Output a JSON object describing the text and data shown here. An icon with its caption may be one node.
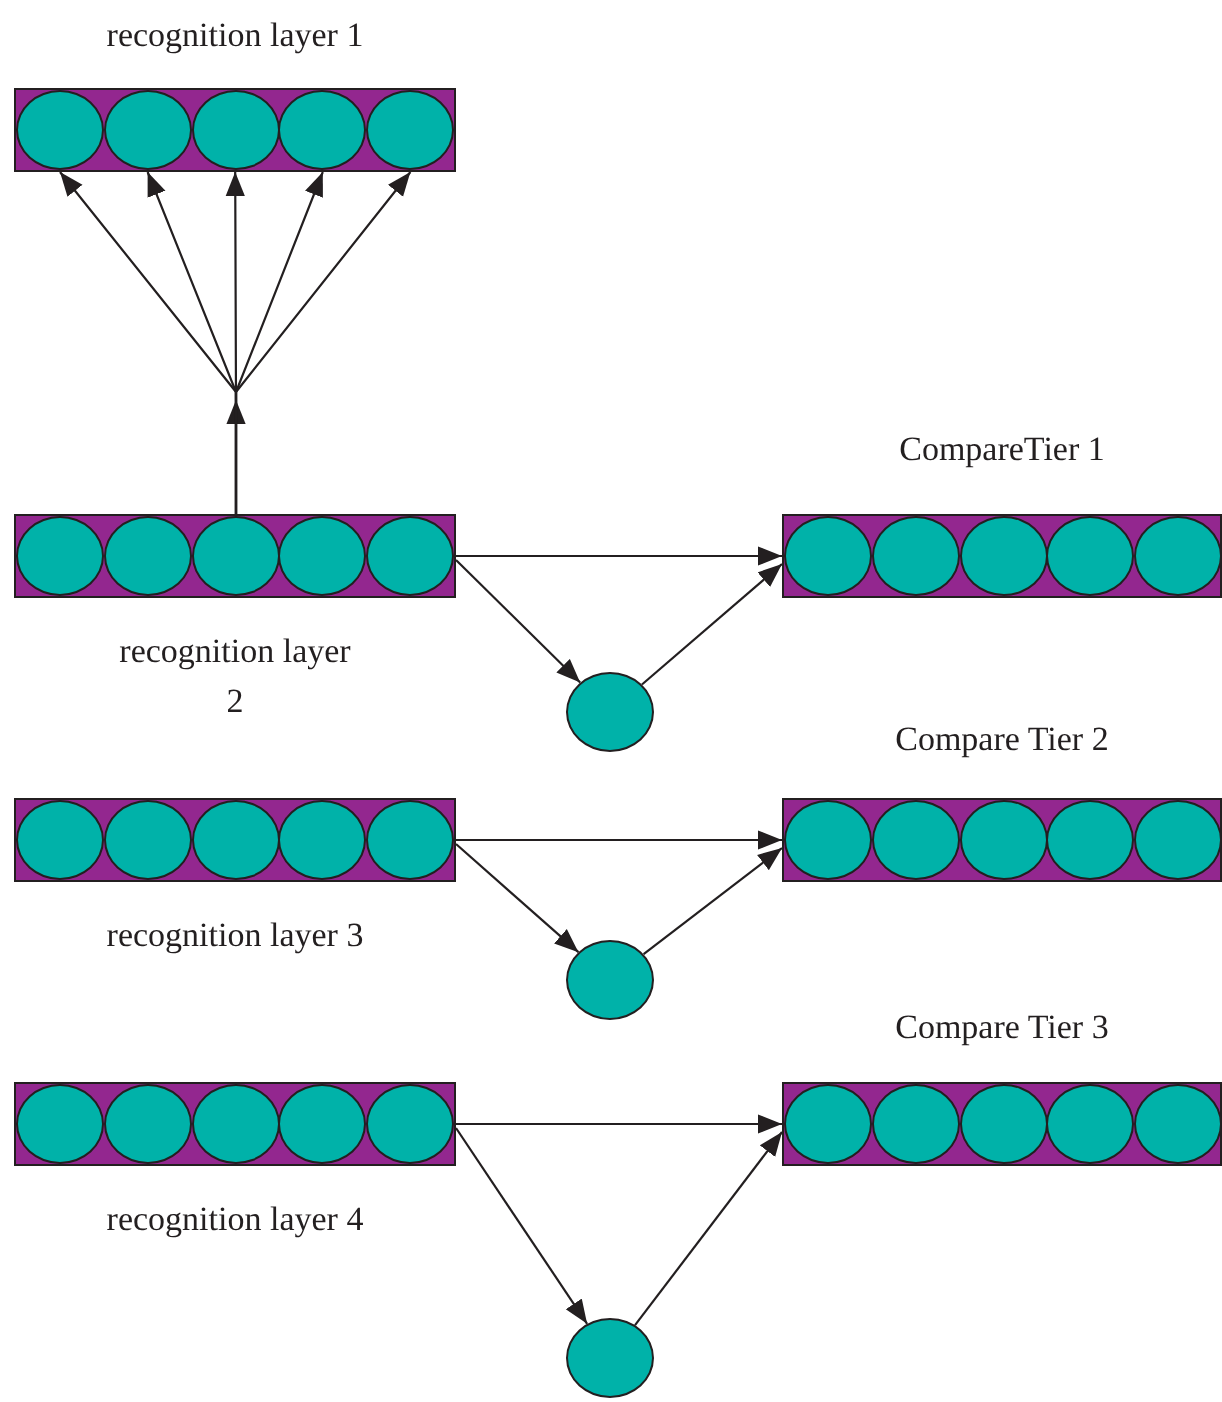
{
  "diagram": {
    "nodes": [
      {
        "text": [
          "recognition layer 1"
        ]
      },
      {
        "text": [],
        "shape": "circle",
        "in": 0
      },
      {
        "text": [],
        "shape": "circle",
        "in": 0
      },
      {
        "text": [],
        "shape": "circle",
        "in": 0
      },
      {
        "text": [],
        "shape": "circle",
        "in": 0
      },
      {
        "text": [],
        "shape": "circle",
        "in": 0
      },
      {
        "text": [
          "recognition layer 2"
        ]
      },
      {
        "text": [
          "CompareTier 1"
        ]
      },
      {
        "text": [],
        "shape": "circle"
      },
      {
        "text": [
          "recognition layer 3"
        ]
      },
      {
        "text": [
          "Compare Tier 2"
        ]
      },
      {
        "text": [],
        "shape": "circle"
      },
      {
        "text": [
          "recognition layer 4"
        ]
      },
      {
        "text": [
          "Compare Tier 3"
        ]
      },
      {
        "text": [],
        "shape": "circle"
      }
    ],
    "edges": [
      {
        "from": 6,
        "to": 1,
        "arrow": "to"
      },
      {
        "from": 6,
        "to": 2,
        "arrow": "to"
      },
      {
        "from": 6,
        "to": 3,
        "arrow": "to"
      },
      {
        "from": 6,
        "to": 4,
        "arrow": "to"
      },
      {
        "from": 6,
        "to": 5,
        "arrow": "to"
      },
      {
        "from": 6,
        "to": 7,
        "arrow": "to"
      },
      {
        "from": 6,
        "to": 8,
        "arrow": "to"
      },
      {
        "from": 8,
        "to": 7,
        "arrow": "to"
      },
      {
        "from": 9,
        "to": 10,
        "arrow": "to"
      },
      {
        "from": 9,
        "to": 11,
        "arrow": "to"
      },
      {
        "from": 11,
        "to": 10,
        "arrow": "to"
      },
      {
        "from": 12,
        "to": 13,
        "arrow": "to"
      },
      {
        "from": 12,
        "to": 14,
        "arrow": "to"
      },
      {
        "from": 14,
        "to": 13,
        "arrow": "to"
      }
    ]
  }
}
